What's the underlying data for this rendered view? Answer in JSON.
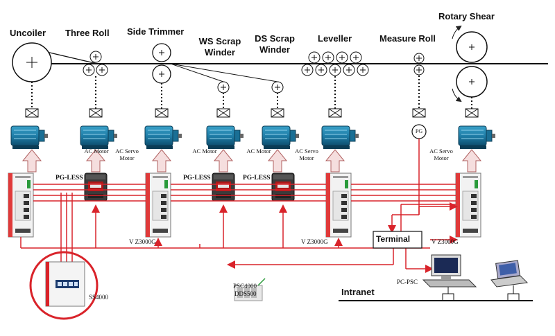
{
  "stations": {
    "uncoiler": "Uncoiler",
    "three_roll": "Three Roll",
    "side_trimmer": "Side Trimmer",
    "ws_scrap_winder_1": "WS Scrap",
    "ws_scrap_winder_2": "Winder",
    "ds_scrap_winder_1": "DS Scrap",
    "ds_scrap_winder_2": "Winder",
    "leveller": "Leveller",
    "measure_roll": "Measure Roll",
    "rotary_shear": "Rotary Shear"
  },
  "motors": {
    "three_roll": "AC Motor",
    "side_trimmer_1": "AC Servo",
    "side_trimmer_2": "Motor",
    "ws_scrap": "AC Motor",
    "ds_scrap": "AC Motor",
    "leveller_1": "AC Servo",
    "leveller_2": "Motor",
    "rotary_shear_1": "AC Servo",
    "rotary_shear_2": "Motor"
  },
  "encoder": "PG",
  "drives": {
    "pg_less_1": "PG-LESS",
    "pg_less_2": "PG-LESS",
    "pg_less_3": "PG-LESS",
    "vz_1": "V Z3000G",
    "vz_2": "V Z3000G",
    "vz_3": "V Z3000G"
  },
  "network": {
    "terminal": "Terminal",
    "pc_psc": "PC-PSC",
    "intranet": "Intranet",
    "ss4000": "SS4000",
    "psc": "PSC4000",
    "dds": "DDS500"
  },
  "colors": {
    "line": "#111111",
    "bus": "#d9232a",
    "highlight": "#d9232a",
    "motor": "#1f7ea8",
    "arrow_fill": "#f5dede",
    "arrow_stroke": "#b06060"
  }
}
